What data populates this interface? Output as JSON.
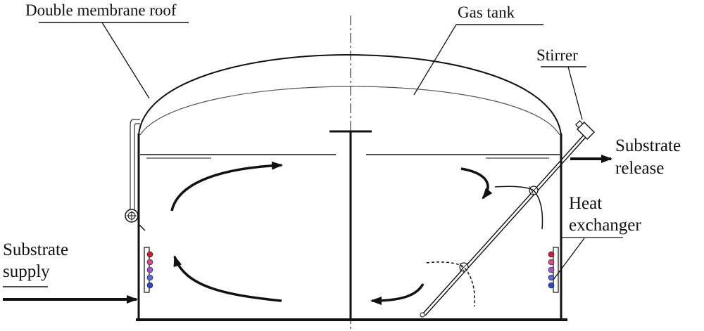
{
  "labels": {
    "roof": "Double membrane roof",
    "gas_tank": "Gas tank",
    "stirrer": "Stirrer",
    "substrate_release_1": "Substrate",
    "substrate_release_2": "release",
    "heat_exchanger_1": "Heat",
    "heat_exchanger_2": "exchanger",
    "substrate_supply_1": "Substrate",
    "substrate_supply_2": "supply"
  },
  "heat_exchanger_dot_colors": [
    "#c0223a",
    "#d04a8c",
    "#9a5cc4",
    "#5a6ad0",
    "#2f4ab8"
  ],
  "line_color": "#111111"
}
